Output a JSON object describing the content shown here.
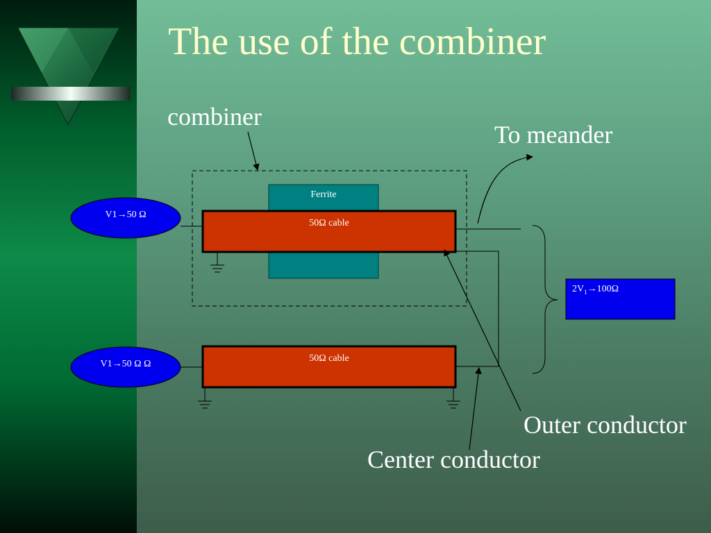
{
  "title": "The use of the combiner",
  "labels": {
    "combiner": "combiner",
    "to_meander": "To meander",
    "outer_conductor": "Outer conductor",
    "center_conductor": "Center conductor"
  },
  "ferrite": "Ferrite",
  "cable1": "50Ω cable",
  "cable2": "50Ω cable",
  "source1": "V1→50 Ω",
  "source2": "V1→50 Ω Ω",
  "output": {
    "prefix": "2V",
    "subscript": "1",
    "suffix": "→100Ω"
  },
  "colors": {
    "title": "#ffffcc",
    "cable": "#cc3300",
    "ferrite": "#008080",
    "source": "#0000ee",
    "output_box": "#0000ee"
  }
}
